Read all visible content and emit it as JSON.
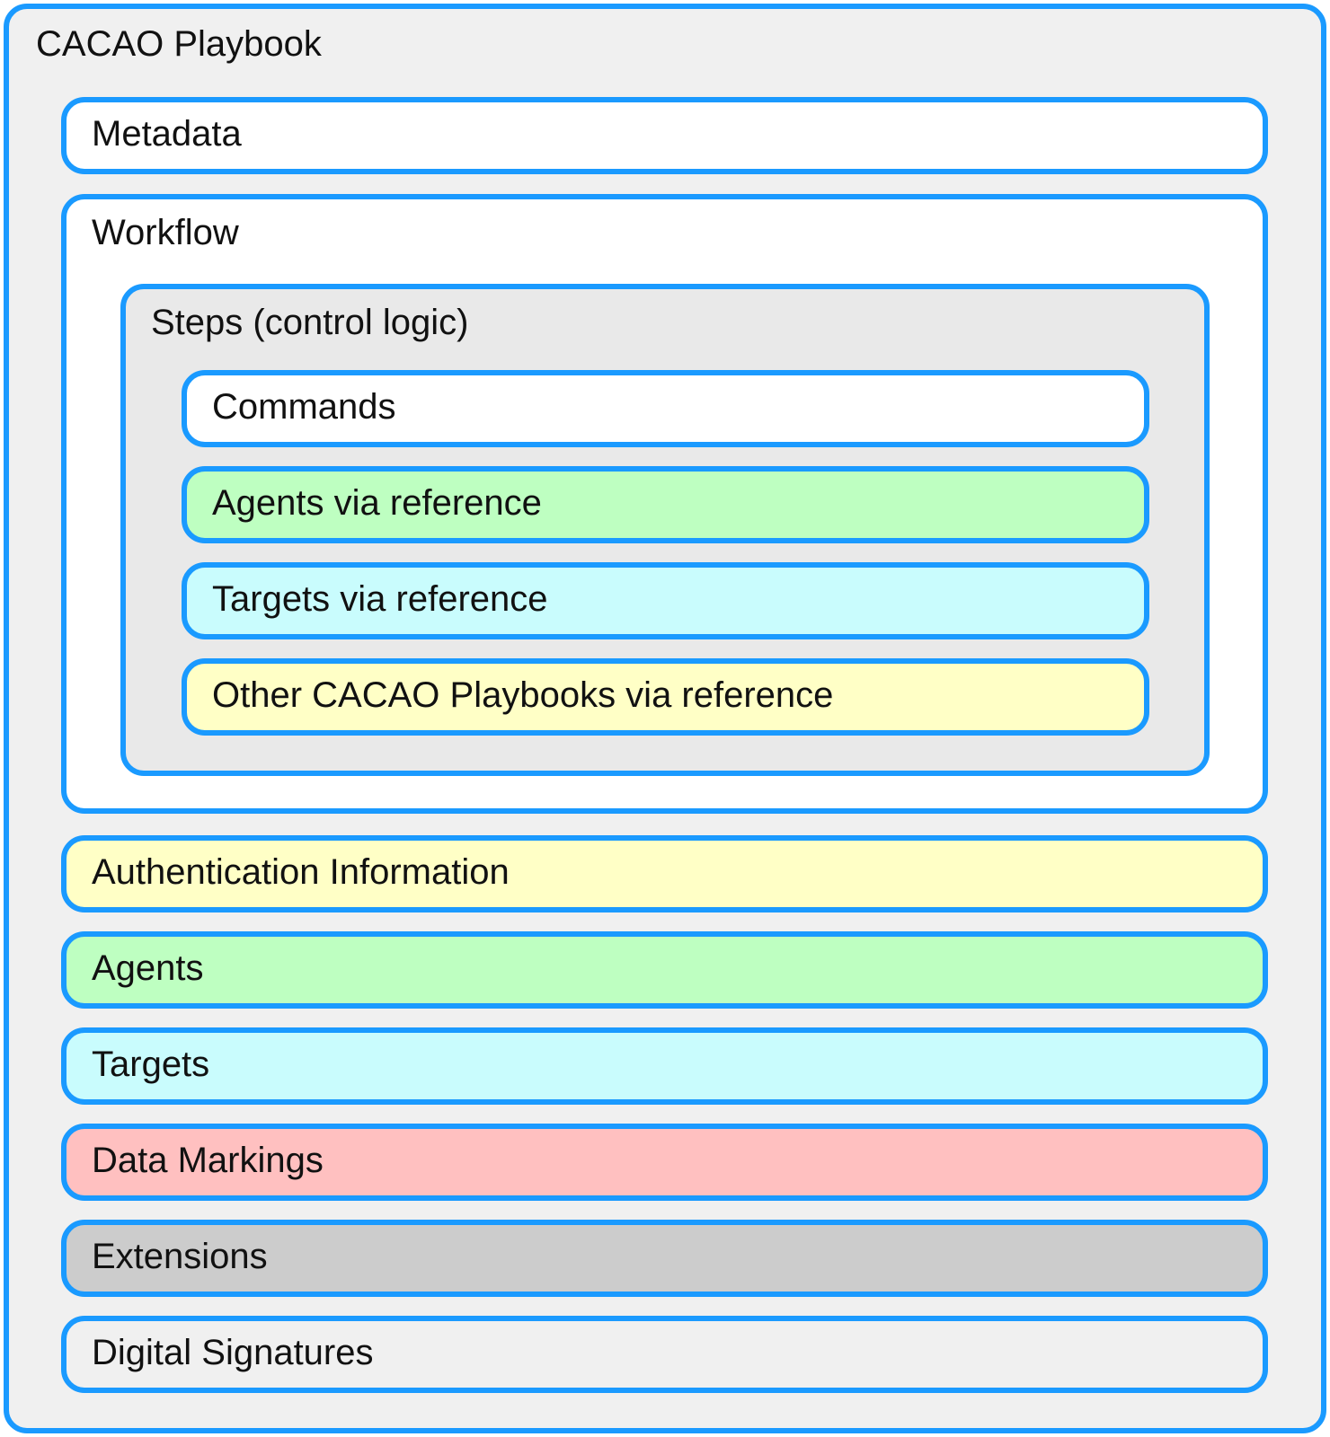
{
  "playbook": {
    "title": "CACAO Playbook",
    "metadata": "Metadata",
    "workflow": {
      "label": "Workflow",
      "steps": {
        "label": "Steps (control logic)",
        "commands": "Commands",
        "agents_ref": "Agents via reference",
        "targets_ref": "Targets via reference",
        "other_playbooks_ref": "Other CACAO Playbooks via reference"
      }
    },
    "authentication": "Authentication Information",
    "agents": "Agents",
    "targets": "Targets",
    "data_markings": "Data Markings",
    "extensions": "Extensions",
    "digital_signatures": "Digital Signatures"
  },
  "colors": {
    "border": "#1a9aff",
    "outer_fill": "#f0f0f0",
    "steps_fill": "#e9e9e9",
    "white": "#ffffff",
    "green": "#beffc1",
    "cyan": "#c9fcfd",
    "yellow": "#ffffc6",
    "red": "#ffc0c0",
    "gray": "#cccccc"
  }
}
